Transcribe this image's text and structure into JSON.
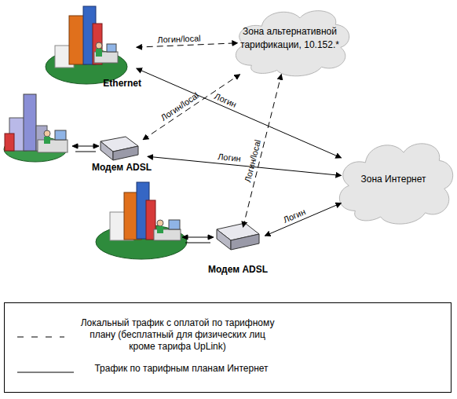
{
  "diagram": {
    "nodes": [
      {
        "text": [
          "Ethernet"
        ]
      },
      {
        "text": [
          "Зона альтернативной тарификации, 10.152.*"
        ]
      },
      {
        "text": [
          "Модем ADSL"
        ]
      },
      {
        "text": [
          "Зона Интернет"
        ]
      },
      {
        "text": [
          "Модем ADSL"
        ]
      }
    ],
    "edges": [
      {
        "from": 0,
        "to": 1,
        "label": "Логин/local",
        "arrow": "both"
      },
      {
        "from": 0,
        "to": 3,
        "label": "Логин",
        "arrow": "both"
      },
      {
        "from": 2,
        "to": 1,
        "label": "Логин/local",
        "arrow": "both"
      },
      {
        "from": 2,
        "to": 3,
        "label": "Логин",
        "arrow": "both"
      },
      {
        "from": 4,
        "to": 1,
        "label": "Логин/local",
        "arrow": "both"
      },
      {
        "from": 4,
        "to": 3,
        "label": "Логин",
        "arrow": "both"
      }
    ],
    "legend": [
      {
        "text": "Локальный трафик с оплатой по тарифному плану (бесплатный для физических лиц кроме тарифа UpLink)"
      },
      {
        "text": "Трафик по тарифным планам Интернет"
      }
    ]
  }
}
